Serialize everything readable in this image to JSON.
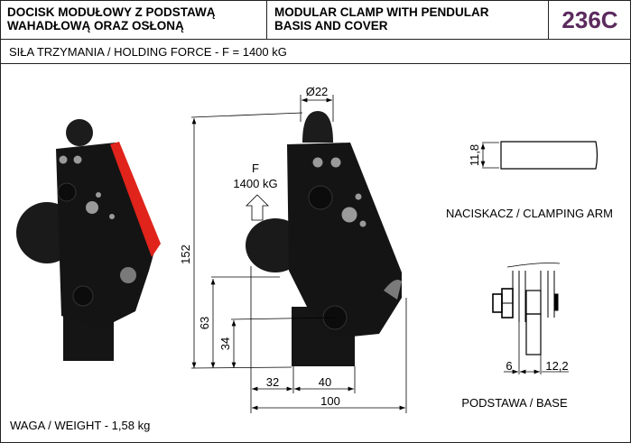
{
  "header": {
    "title_pl_line1": "DOCISK MODUŁOWY Z PODSTAWĄ",
    "title_pl_line2": "WAHADŁOWĄ ORAZ OSŁONĄ",
    "title_en_line1": "MODULAR CLAMP WITH PENDULAR",
    "title_en_line2": "BASIS AND COVER",
    "code": "236C"
  },
  "holding_force": "SIŁA TRZYMANIA / HOLDING FORCE - F = 1400 kG",
  "drawing": {
    "force_label": "F",
    "force_value": "1400 kG",
    "dim_diameter": "Ø22",
    "dim_height": "152",
    "dim_63": "63",
    "dim_34": "34",
    "dim_32": "32",
    "dim_40": "40",
    "dim_100": "100",
    "arm_thickness": "11,8",
    "arm_label": "NACISKACZ / CLAMPING ARM",
    "base_dim_6": "6",
    "base_dim_12": "12,2",
    "base_label": "PODSTAWA / BASE"
  },
  "weight": "WAGA / WEIGHT - 1,58 kg",
  "colors": {
    "code": "#5b2a5e",
    "cover": "#e0231b",
    "body": "#151515"
  }
}
